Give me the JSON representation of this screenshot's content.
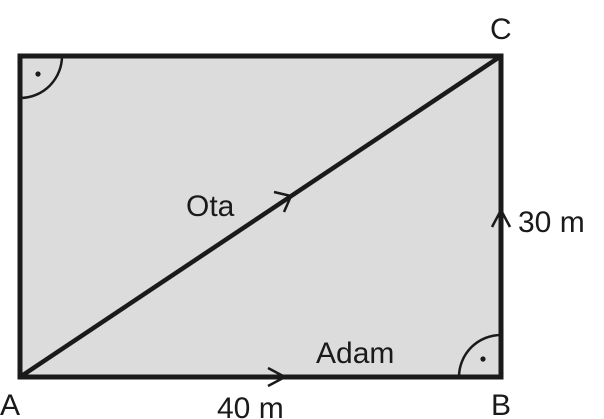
{
  "vertices": {
    "a": "A",
    "b": "B",
    "c": "C"
  },
  "paths": {
    "diagonal_walker": "Ota",
    "edge_walker": "Adam"
  },
  "lengths": {
    "horizontal": "40 m",
    "vertical": "30 m"
  },
  "colors": {
    "fill": "#dcdcdc",
    "stroke": "#1a1a1a"
  },
  "right_angle_markers": [
    "corner-top-left",
    "corner-bottom-right"
  ]
}
